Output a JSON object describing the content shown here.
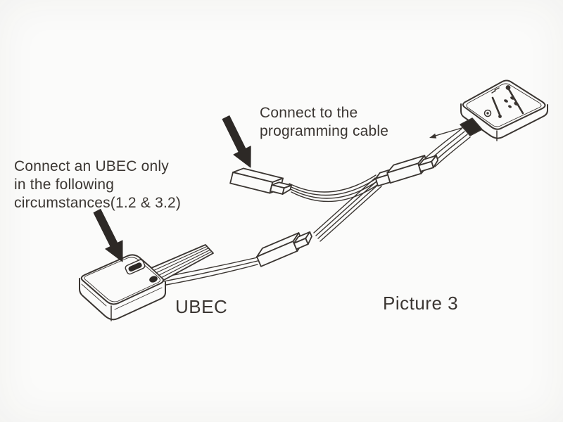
{
  "figure": {
    "caption": "Picture 3",
    "device_label": "UBEC"
  },
  "callouts": {
    "programming": {
      "lines": [
        "Connect to the",
        "programming cable"
      ]
    },
    "ubec": {
      "lines": [
        "Connect an UBEC only",
        "in the following",
        "circumstances(1.2 & 3.2)"
      ]
    }
  },
  "colors": {
    "background": "#fbfbfa",
    "ink": "#3a3531",
    "arrow_fill": "#2d2926"
  },
  "icons": {
    "programming_arrow": "thick-diagonal-arrow",
    "ubec_arrow": "thick-diagonal-arrow",
    "cable_direction_arrow": "thin-line-arrow"
  }
}
